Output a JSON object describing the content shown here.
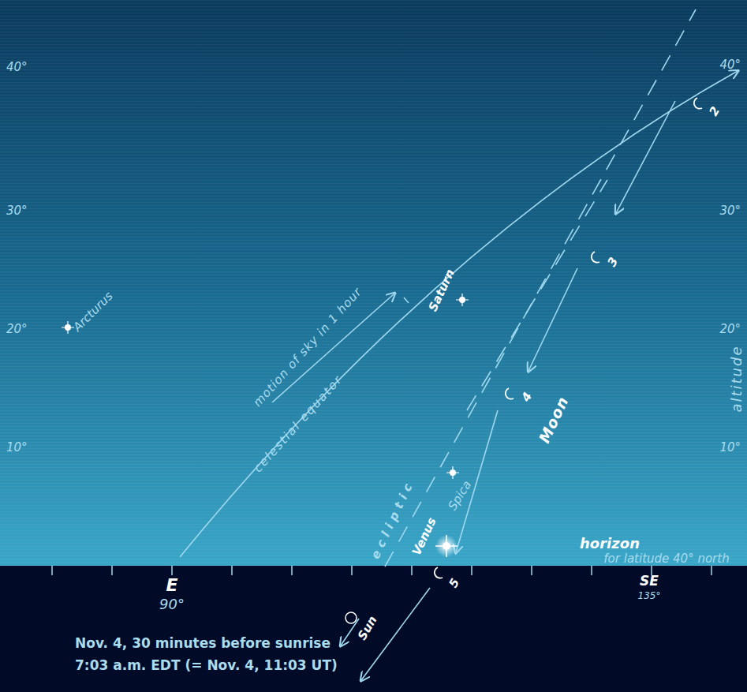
{
  "diagram": {
    "labels": [
      "40°",
      "40°",
      "30°",
      "30°",
      "20°",
      "20°",
      "10°",
      "10°",
      "altitude",
      "Arcturus",
      "motion of sky in 1 hour",
      "celestial equator",
      "Saturn",
      "ecliptic",
      "Spica",
      "Venus",
      "Moon",
      "2",
      "3",
      "4",
      "5",
      "horizon",
      "for latitude 40° north",
      "E",
      "90°",
      "SE",
      "135°",
      "Sun",
      "Nov. 4, 30 minutes before sunrise",
      "7:03 a.m. EDT (= Nov. 4, 11:03 UT)"
    ]
  }
}
